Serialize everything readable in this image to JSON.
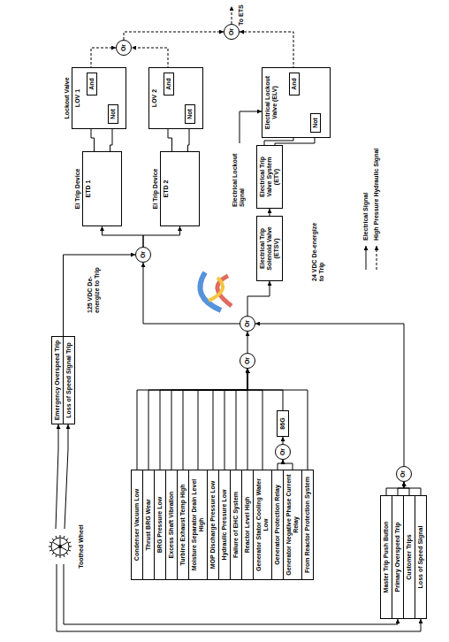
{
  "diagram": {
    "nodes": [
      {
        "text": [
          "Toothed Wheel"
        ]
      },
      {
        "text": [
          "Emergency Overspeed Trip",
          "Loss of Speed Signal Trip"
        ]
      },
      {
        "text": [
          "Condenser Vacuum Low"
        ]
      },
      {
        "text": [
          "Thrust BRG Wear"
        ]
      },
      {
        "text": [
          "BRG Pressure Low"
        ]
      },
      {
        "text": [
          "Excess Shaft Vibration"
        ]
      },
      {
        "text": [
          "Turbine Exhaust Temp High"
        ]
      },
      {
        "text": [
          "Moisture Separator Drain Level High"
        ]
      },
      {
        "text": [
          "MOP Discharge Pressure Low"
        ]
      },
      {
        "text": [
          "Hydraulic Pressure Low"
        ]
      },
      {
        "text": [
          "Failure of EHC System"
        ]
      },
      {
        "text": [
          "Reactor Level High"
        ]
      },
      {
        "text": [
          "Generator Stator Cooling Water Low"
        ]
      },
      {
        "text": [
          "Generator Protection Relay"
        ]
      },
      {
        "text": [
          "Generator Negative Phase Current Relay"
        ]
      },
      {
        "text": [
          "From Reactor Protection System"
        ]
      },
      {
        "text": [
          "Or"
        ]
      },
      {
        "text": [
          "86G"
        ]
      },
      {
        "text": [
          "Master Trip Push Button"
        ]
      },
      {
        "text": [
          "Primary Overspeed Trip"
        ]
      },
      {
        "text": [
          "Customer Trips"
        ]
      },
      {
        "text": [
          "Loss of Speed Signal"
        ]
      },
      {
        "text": [
          "Or"
        ]
      },
      {
        "text": [
          "Or"
        ]
      },
      {
        "text": [
          "Or"
        ]
      },
      {
        "text": [
          "Or"
        ]
      },
      {
        "text": [
          "El Trip Device",
          "ETD 1"
        ]
      },
      {
        "text": [
          "El Trip Device",
          "ETD 2"
        ]
      },
      {
        "text": [
          "Electrical Trip Solenoid Valve (ETSV)"
        ]
      },
      {
        "text": [
          "Electrical Trip Valve System (ETV)"
        ]
      },
      {
        "text": [
          "Lockout Valve",
          "LOV 1"
        ]
      },
      {
        "text": [
          "Not"
        ],
        "in": 30
      },
      {
        "text": [
          "And"
        ],
        "in": 30
      },
      {
        "text": [
          "LOV 2"
        ]
      },
      {
        "text": [
          "Not"
        ],
        "in": 33
      },
      {
        "text": [
          "And"
        ],
        "in": 33
      },
      {
        "text": [
          "Electrical Lockout Valve (ELV)"
        ]
      },
      {
        "text": [
          "Not"
        ],
        "in": 36
      },
      {
        "text": [
          "And"
        ],
        "in": 36
      },
      {
        "text": [
          "Or"
        ]
      },
      {
        "text": [
          "Or"
        ]
      }
    ],
    "edges": [
      {
        "from": 0,
        "to": 1,
        "arrow": "to"
      },
      {
        "from": 0,
        "to": 1,
        "arrow": "to"
      },
      {
        "from": 0,
        "to": 19,
        "arrow": "to"
      },
      {
        "from": 0,
        "to": 21,
        "arrow": "to"
      },
      {
        "from": 2,
        "to": 23,
        "arrow": "to"
      },
      {
        "from": 3,
        "to": 23,
        "arrow": "to"
      },
      {
        "from": 4,
        "to": 23,
        "arrow": "to"
      },
      {
        "from": 5,
        "to": 23,
        "arrow": "to"
      },
      {
        "from": 6,
        "to": 23,
        "arrow": "to"
      },
      {
        "from": 7,
        "to": 23,
        "arrow": "to"
      },
      {
        "from": 8,
        "to": 23,
        "arrow": "to"
      },
      {
        "from": 9,
        "to": 23,
        "arrow": "to"
      },
      {
        "from": 10,
        "to": 23,
        "arrow": "to"
      },
      {
        "from": 11,
        "to": 23,
        "arrow": "to"
      },
      {
        "from": 12,
        "to": 23,
        "arrow": "to"
      },
      {
        "from": 13,
        "to": 16,
        "arrow": "to"
      },
      {
        "from": 14,
        "to": 16,
        "arrow": "to"
      },
      {
        "from": 16,
        "to": 17,
        "arrow": "to"
      },
      {
        "from": 17,
        "to": 23,
        "arrow": "to"
      },
      {
        "from": 15,
        "to": 23,
        "arrow": "to"
      },
      {
        "from": 18,
        "to": 22,
        "arrow": "to"
      },
      {
        "from": 19,
        "to": 22,
        "arrow": "to"
      },
      {
        "from": 20,
        "to": 22,
        "arrow": "to"
      },
      {
        "from": 21,
        "to": 22,
        "arrow": "to"
      },
      {
        "from": 22,
        "to": 24,
        "arrow": "to"
      },
      {
        "from": 23,
        "to": 24,
        "arrow": "to"
      },
      {
        "from": 24,
        "to": 25,
        "arrow": "to"
      },
      {
        "from": 1,
        "to": 25,
        "arrow": "to"
      },
      {
        "from": 24,
        "to": 28,
        "arrow": "to"
      },
      {
        "from": 25,
        "to": 26,
        "arrow": "to"
      },
      {
        "from": 25,
        "to": 27,
        "arrow": "to"
      },
      {
        "from": 28,
        "to": 29,
        "arrow": "to"
      },
      {
        "from": 26,
        "to": 31,
        "arrow": "to"
      },
      {
        "from": 26,
        "to": 32,
        "arrow": "to"
      },
      {
        "from": 31,
        "to": 32,
        "arrow": "to"
      },
      {
        "from": 27,
        "to": 34,
        "arrow": "to"
      },
      {
        "from": 27,
        "to": 35,
        "arrow": "to"
      },
      {
        "from": 34,
        "to": 35,
        "arrow": "to"
      },
      {
        "from": 29,
        "to": 37,
        "arrow": "to"
      },
      {
        "from": 29,
        "to": 38,
        "arrow": "to"
      },
      {
        "from": 37,
        "to": 38,
        "arrow": "to"
      },
      {
        "from": 32,
        "to": 39,
        "arrow": "to"
      },
      {
        "from": 35,
        "to": 39,
        "arrow": "to"
      },
      {
        "from": 39,
        "to": 40,
        "arrow": "to"
      },
      {
        "from": 38,
        "to": 40,
        "arrow": "to"
      }
    ],
    "labels": [
      "125 VDC De-energize to Trip",
      "24 VDC De-energize to Trip",
      "Electrical Lockout Signal",
      "To ETS"
    ],
    "legend": [
      {
        "text": "Electrical Signal"
      },
      {
        "text": "High Pressure Hydraulic Signal"
      }
    ]
  }
}
